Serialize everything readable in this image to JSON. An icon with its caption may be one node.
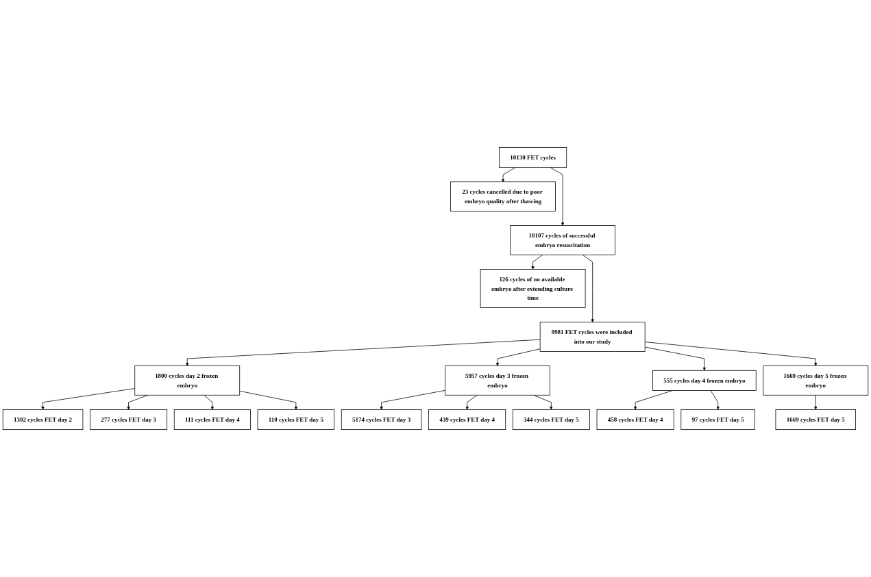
{
  "diagram": {
    "nodes": [
      {
        "text": [
          "10130 FET cycles"
        ]
      },
      {
        "text": [
          "23 cycles cancelled due to poor embryo quality after thawing"
        ]
      },
      {
        "text": [
          "10107 cycles of successful embryo resuscitation"
        ]
      },
      {
        "text": [
          "126 cycles of no available embryo after extending culture time"
        ]
      },
      {
        "text": [
          "9981 FET cycles were included into our study"
        ]
      },
      {
        "text": [
          "1800 cycles day 2 frozen embryo"
        ]
      },
      {
        "text": [
          "5957 cycles day 3 frozen embryo"
        ]
      },
      {
        "text": [
          "555 cycles day 4 frozen embryo"
        ]
      },
      {
        "text": [
          "1669 cycles day 5 frozen embryo"
        ]
      },
      {
        "text": [
          "1302 cycles FET day 2"
        ]
      },
      {
        "text": [
          "277 cycles FET day 3"
        ]
      },
      {
        "text": [
          "111 cycles FET day 4"
        ]
      },
      {
        "text": [
          "110 cycles FET day 5"
        ]
      },
      {
        "text": [
          "5174 cycles FET day 3"
        ]
      },
      {
        "text": [
          "439 cycles FET day 4"
        ]
      },
      {
        "text": [
          "344 cycles FET day 5"
        ]
      },
      {
        "text": [
          "458 cycles FET day 4"
        ]
      },
      {
        "text": [
          "97 cycles FET day 5"
        ]
      },
      {
        "text": [
          "1669 cycles FET day 5"
        ]
      }
    ],
    "edges": [
      {
        "from": 0,
        "to": 2,
        "arrow": "to"
      },
      {
        "from": 0,
        "to": 1,
        "arrow": "to"
      },
      {
        "from": 2,
        "to": 4,
        "arrow": "to"
      },
      {
        "from": 2,
        "to": 3,
        "arrow": "to"
      },
      {
        "from": 4,
        "to": 5,
        "arrow": "to"
      },
      {
        "from": 4,
        "to": 6,
        "arrow": "to"
      },
      {
        "from": 4,
        "to": 7,
        "arrow": "to"
      },
      {
        "from": 4,
        "to": 8,
        "arrow": "to"
      },
      {
        "from": 5,
        "to": 9,
        "arrow": "to"
      },
      {
        "from": 5,
        "to": 10,
        "arrow": "to"
      },
      {
        "from": 5,
        "to": 11,
        "arrow": "to"
      },
      {
        "from": 5,
        "to": 12,
        "arrow": "to"
      },
      {
        "from": 6,
        "to": 13,
        "arrow": "to"
      },
      {
        "from": 6,
        "to": 14,
        "arrow": "to"
      },
      {
        "from": 6,
        "to": 15,
        "arrow": "to"
      },
      {
        "from": 7,
        "to": 16,
        "arrow": "to"
      },
      {
        "from": 7,
        "to": 17,
        "arrow": "to"
      },
      {
        "from": 8,
        "to": 18,
        "arrow": "to"
      }
    ]
  }
}
